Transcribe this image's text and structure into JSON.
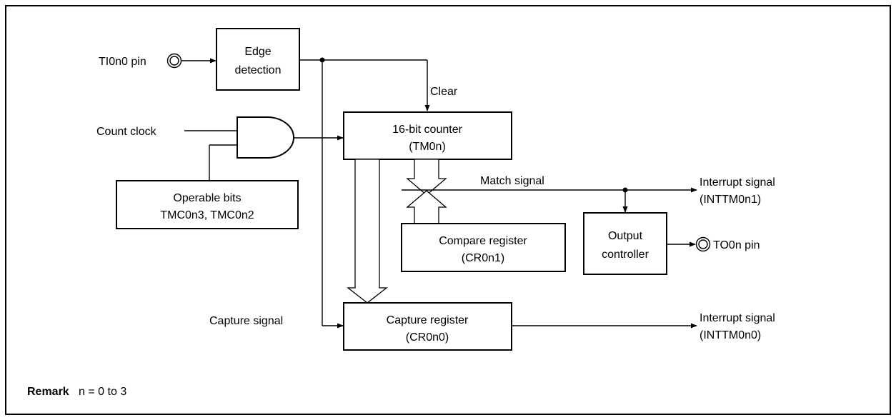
{
  "pins": {
    "ti_label": "TI0n0 pin",
    "to_label": "TO0n pin"
  },
  "blocks": {
    "edge_detection": [
      "Edge",
      "detection"
    ],
    "counter": [
      "16-bit counter",
      "(TM0n)"
    ],
    "operable_bits": [
      "Operable bits",
      "TMC0n3, TMC0n2"
    ],
    "compare_register": [
      "Compare register",
      "(CR0n1)"
    ],
    "output_controller": [
      "Output",
      "controller"
    ],
    "capture_register": [
      "Capture register",
      "(CR0n0)"
    ]
  },
  "signals": {
    "clear": "Clear",
    "count_clock": "Count clock",
    "match_signal": "Match signal",
    "capture_signal": "Capture signal",
    "interrupt_1": [
      "Interrupt signal",
      "(INTTM0n1)"
    ],
    "interrupt_0": [
      "Interrupt signal",
      "(INTTM0n0)"
    ]
  },
  "remark": {
    "label": "Remark",
    "text": "n = 0 to 3"
  }
}
